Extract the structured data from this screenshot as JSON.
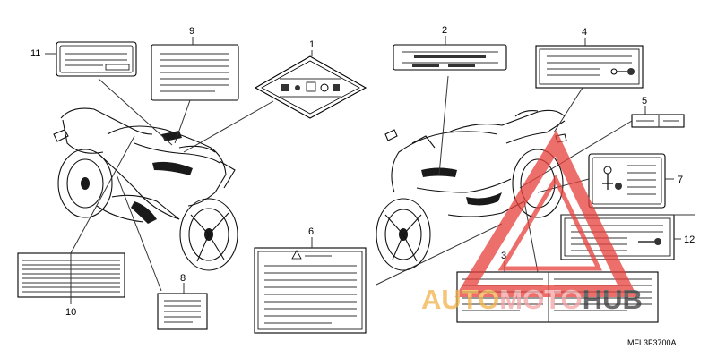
{
  "callouts": {
    "c1": "1",
    "c2": "2",
    "c3": "3",
    "c4": "4",
    "c5": "5",
    "c6": "6",
    "c7": "7",
    "c8": "8",
    "c9": "9",
    "c10": "10",
    "c11": "11",
    "c12": "12"
  },
  "diagram_code": "MFL3F3700A",
  "watermark": {
    "part1": "AUTO",
    "part2": "MOTO",
    "part3": "HUB",
    "color_auto": "#f2b24a",
    "color_moto": "#f4a3a3",
    "color_hub": "#3a3a3a",
    "logo_color": "#e8403a"
  }
}
